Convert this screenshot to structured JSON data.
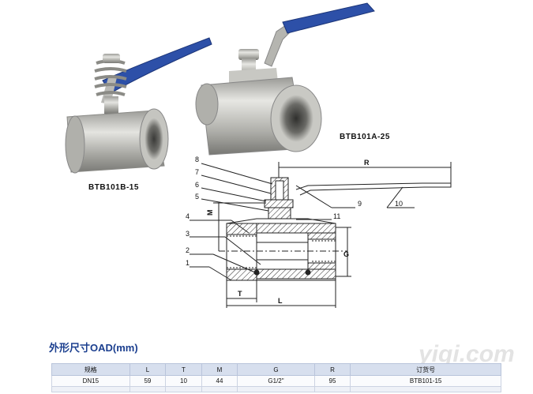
{
  "products": [
    {
      "caption": "BTB101B-15"
    },
    {
      "caption": "BTB101A-25"
    }
  ],
  "diagram": {
    "part_numbers": [
      "8",
      "7",
      "6",
      "5",
      "4",
      "3",
      "2",
      "1",
      "9",
      "11",
      "10"
    ],
    "dims": {
      "R": "R",
      "M": "M",
      "G": "G",
      "T": "T",
      "L": "L"
    }
  },
  "section_title": "外形尺寸OAD(mm)",
  "table": {
    "headers": [
      "规格",
      "L",
      "T",
      "M",
      "G",
      "R",
      "订货号"
    ],
    "rows": [
      [
        "DN15",
        "59",
        "10",
        "44",
        "G1/2\"",
        "95",
        "BTB101-15"
      ]
    ]
  },
  "watermark": "yiqi.com",
  "colors": {
    "handle_blue": "#2d50a8",
    "title_blue": "#1b3f8f",
    "steel": "#b8b8b4"
  }
}
